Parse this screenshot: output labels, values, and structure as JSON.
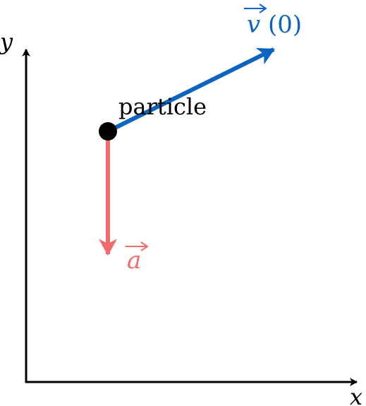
{
  "axes": {
    "x_label": "x",
    "y_label": "y"
  },
  "particle": {
    "label": "particle"
  },
  "velocity": {
    "symbol": "v",
    "argument": "(0)"
  },
  "acceleration": {
    "symbol": "a"
  },
  "colors": {
    "axis": "#000000",
    "particle": "#000000",
    "velocity": "#0b64c0",
    "acceleration": "#f26b6b"
  }
}
